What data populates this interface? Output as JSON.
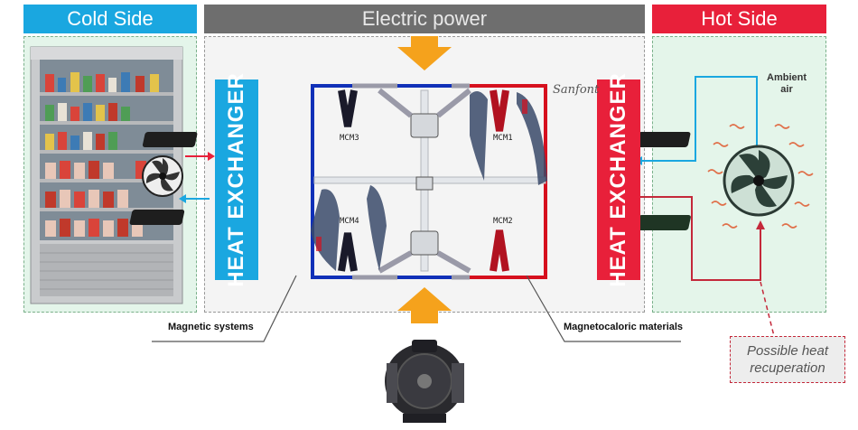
{
  "headers": {
    "cold_side": "Cold Side",
    "electric_power": "Electric power",
    "hot_side": "Hot Side"
  },
  "heat_exchanger_left": "HEAT EXCHANGER",
  "heat_exchanger_right": "HEAT EXCHANGER",
  "mcm_labels": [
    "MCM3",
    "MCM1",
    "MCM4",
    "MCM2"
  ],
  "logo_text": "Sanfont",
  "ambient_air": "Ambient air",
  "callouts": {
    "magnetic_systems": "Magnetic systems",
    "magnetocaloric_materials": "Magnetocaloric materials",
    "possible_heat_recuperation": "Possible heat recuperation"
  },
  "colors": {
    "cold_blue": "#1aa7e0",
    "hot_red": "#e8203a",
    "header_gray": "#6e6e6e",
    "arrow_orange": "#f5a21c",
    "panel_green": "#e4f5ea"
  }
}
